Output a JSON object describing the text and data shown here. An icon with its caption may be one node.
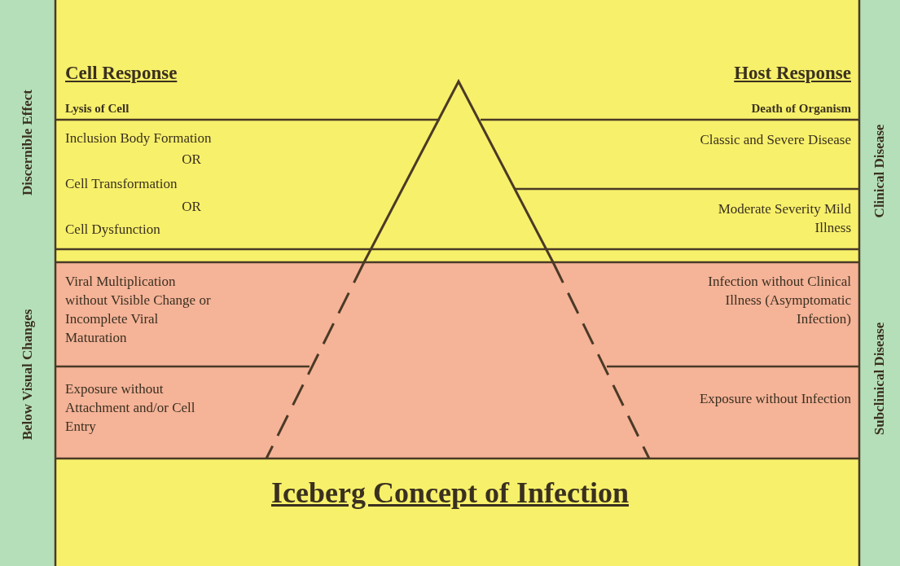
{
  "diagram": {
    "title": "Iceberg Concept of Infection",
    "labels": [
      "Discernible Effect",
      "Below Visual Changes",
      "Cell Response",
      "Lysis of Cell",
      "Inclusion Body Formation",
      "OR",
      "Cell Transformation",
      "OR",
      "Cell Dysfunction",
      "Viral Multiplication without Visible Change or Incomplete Viral Maturation",
      "Exposure without Attachment and/or Cell Entry",
      "Host Response",
      "Death of Organism",
      "Classic and Severe Disease",
      "Moderate Severity Mild Illness",
      "Infection without Clinical Illness (Asymptomatic Infection)",
      "Exposure without Infection",
      "Clinical Disease",
      "Subclinical Disease"
    ]
  }
}
